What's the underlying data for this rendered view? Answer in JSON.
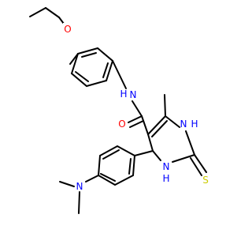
{
  "atoms": {
    "O_ether": {
      "text": "O",
      "color": "#ff0000"
    },
    "N_amide": {
      "text": "N",
      "color": "#0000ff"
    },
    "H_amide": {
      "text": "H",
      "color": "#0000ff"
    },
    "O_amide": {
      "text": "O",
      "color": "#ff0000"
    },
    "N1": {
      "text": "N",
      "color": "#0000ff"
    },
    "H_N1": {
      "text": "H",
      "color": "#0000ff"
    },
    "N3": {
      "text": "N",
      "color": "#0000ff"
    },
    "H_N3": {
      "text": "H",
      "color": "#0000ff"
    },
    "S": {
      "text": "S",
      "color": "#cccc00"
    },
    "N_dimethyl": {
      "text": "N",
      "color": "#0000ff"
    }
  },
  "bond_color": "#000000",
  "background": "#ffffff"
}
